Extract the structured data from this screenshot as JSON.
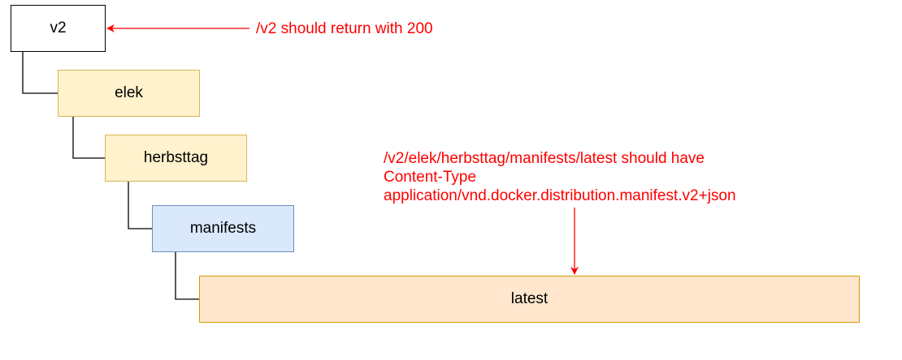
{
  "nodes": {
    "v2": "v2",
    "elek": "elek",
    "herbsttag": "herbsttag",
    "manifests": "manifests",
    "latest": "latest"
  },
  "annotations": {
    "v2_note": "/v2 should return with 200",
    "latest_note": [
      "/v2/elek/herbsttag/manifests/latest should have",
      "Content-Type",
      "application/vnd.docker.distribution.manifest.v2+json"
    ]
  },
  "colors": {
    "annotation": "#ff0000",
    "yellow_fill": "#fff2cc",
    "yellow_stroke": "#d6b656",
    "blue_fill": "#dae8fc",
    "blue_stroke": "#6c8ebf",
    "orange_fill": "#ffe6cc",
    "orange_stroke": "#d79b00"
  }
}
